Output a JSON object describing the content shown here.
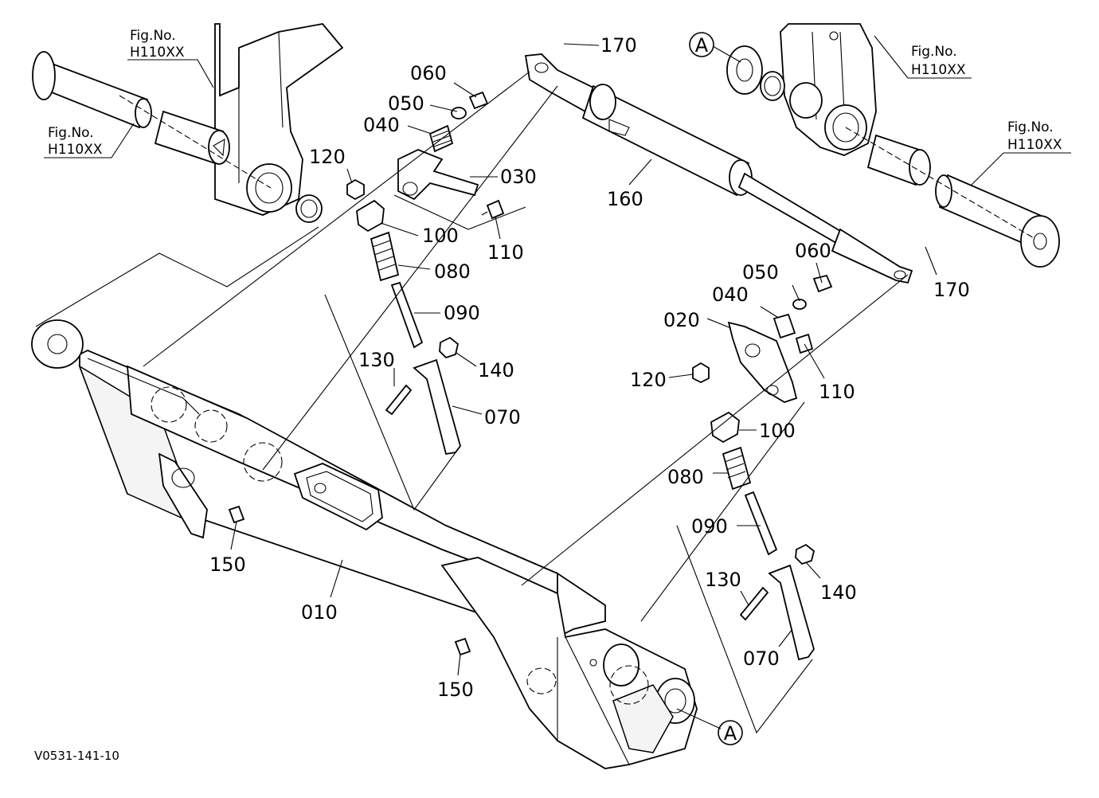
{
  "diagram_code": "V0531-141-10",
  "fig_refs": [
    {
      "fig": "Fig.No.",
      "code": "H110XX"
    },
    {
      "fig": "Fig.No.",
      "code": "H110XX"
    },
    {
      "fig": "Fig.No.",
      "code": "H110XX"
    },
    {
      "fig": "Fig.No.",
      "code": "H110XX"
    }
  ],
  "callouts": [
    "A",
    "A"
  ],
  "part_numbers": {
    "p170_top": "170",
    "p060_left": "060",
    "p050_left": "050",
    "p040_left": "040",
    "p030": "030",
    "p120_left": "120",
    "p160": "160",
    "p110_left": "110",
    "p100_left": "100",
    "p080_left": "080",
    "p090_left": "090",
    "p130_left": "130",
    "p140_left": "140",
    "p070_left": "070",
    "p150_left": "150",
    "p010": "010",
    "p150_bottom": "150",
    "p170_right": "170",
    "p060_right": "060",
    "p050_right": "050",
    "p040_right": "040",
    "p020": "020",
    "p120_right": "120",
    "p110_right": "110",
    "p100_right": "100",
    "p080_right": "080",
    "p090_right": "090",
    "p130_right": "130",
    "p140_right": "140",
    "p070_right": "070"
  }
}
